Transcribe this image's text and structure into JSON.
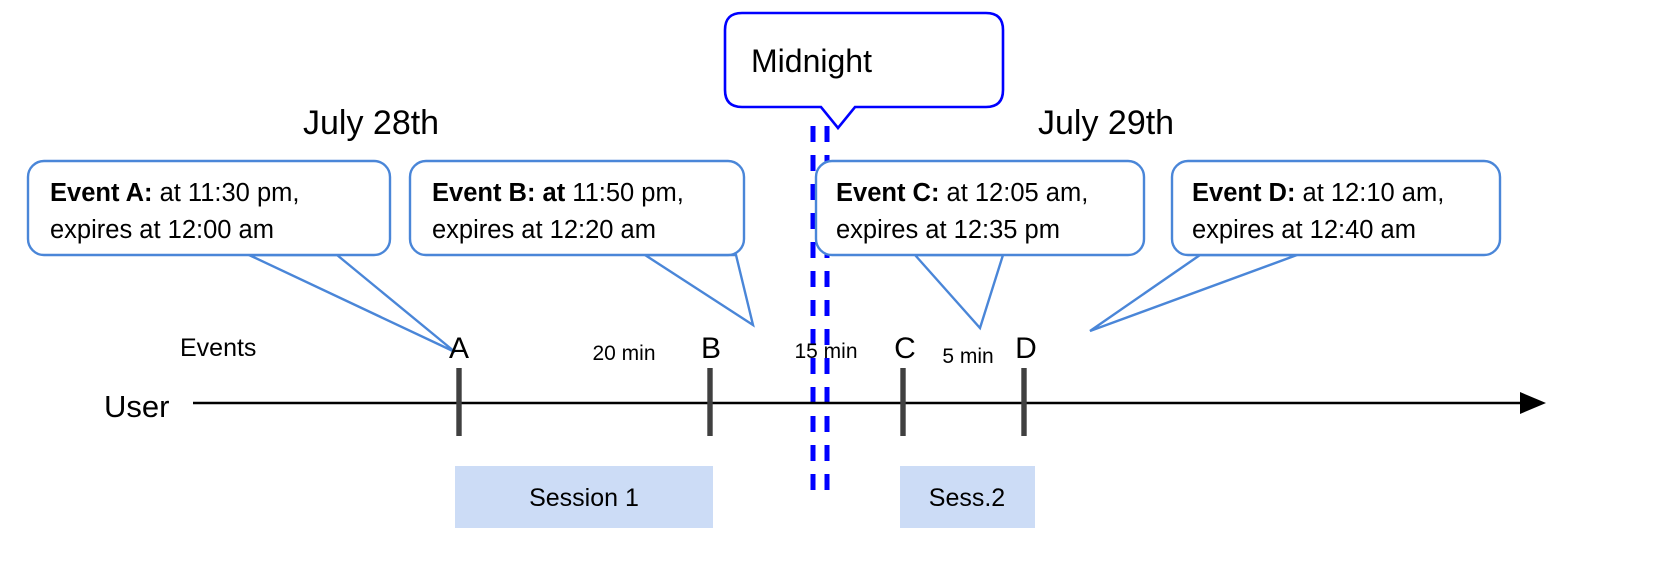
{
  "diagram": {
    "title_note": "Event expiry across midnight timeline",
    "colors": {
      "callout_border": "#4a86d8",
      "midnight_blue": "#0000ff",
      "session_fill": "#ccdcf6",
      "tick_gray": "#404040",
      "axis_black": "#000000",
      "background": "#ffffff"
    },
    "midnight": {
      "label": "Midnight"
    },
    "dates": {
      "left": "July 28th",
      "right": "July 29th"
    },
    "axis": {
      "row_label": "User",
      "events_label": "Events"
    },
    "callouts": [
      {
        "id": "event-a",
        "bold": "Event A:",
        "line1_rest": " at 11:30 pm,",
        "line2": "expires at 12:00 am"
      },
      {
        "id": "event-b",
        "bold": "Event B: at",
        "line1_rest": " 11:50 pm,",
        "line2": "expires at 12:20 am"
      },
      {
        "id": "event-c",
        "bold": "Event C:",
        "line1_rest": " at 12:05 am,",
        "line2": "expires at 12:35 pm"
      },
      {
        "id": "event-d",
        "bold": "Event D:",
        "line1_rest": "  at 12:10 am,",
        "line2": "expires at 12:40 am"
      }
    ],
    "ticks": [
      {
        "id": "tick-a",
        "label": "A"
      },
      {
        "id": "tick-b",
        "label": "B"
      },
      {
        "id": "tick-c",
        "label": "C"
      },
      {
        "id": "tick-d",
        "label": "D"
      }
    ],
    "intervals": [
      {
        "id": "interval-ab",
        "label": "20 min"
      },
      {
        "id": "interval-bc",
        "label": "15 min"
      },
      {
        "id": "interval-cd",
        "label": "5 min"
      }
    ],
    "sessions": [
      {
        "id": "session-1",
        "label": "Session 1"
      },
      {
        "id": "session-2",
        "label": "Sess.2"
      }
    ]
  }
}
